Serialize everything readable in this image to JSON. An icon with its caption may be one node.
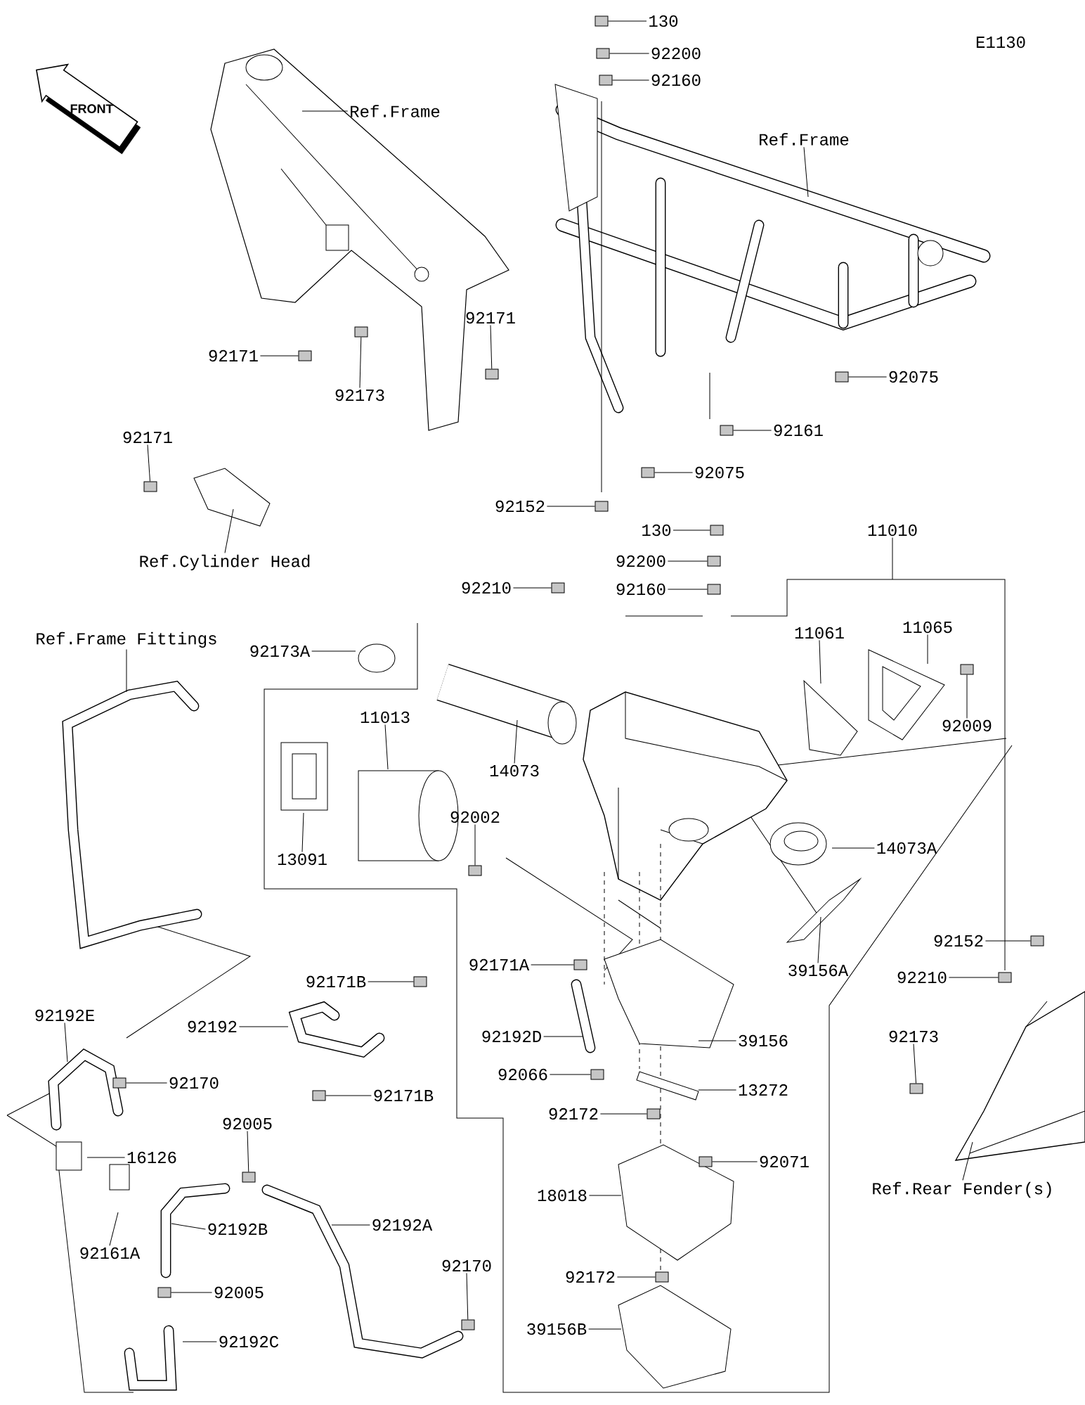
{
  "diagram": {
    "nodes": [
      {
        "text": [
          "Ref.Frame"
        ]
      },
      {
        "text": [
          "92171"
        ]
      },
      {
        "text": [
          "92173"
        ]
      },
      {
        "text": [
          "92171"
        ]
      },
      {
        "text": [
          "92171"
        ]
      },
      {
        "text": [
          "Ref.Cylinder Head"
        ]
      },
      {
        "text": [
          "130"
        ]
      },
      {
        "text": [
          "92200"
        ]
      },
      {
        "text": [
          "92160"
        ]
      },
      {
        "text": [
          "Ref.Frame"
        ]
      },
      {
        "text": [
          "92075"
        ]
      },
      {
        "text": [
          "92161"
        ]
      },
      {
        "text": [
          "92075"
        ]
      },
      {
        "text": [
          "92152"
        ]
      },
      {
        "text": [
          "130"
        ]
      },
      {
        "text": [
          "92200"
        ]
      },
      {
        "text": [
          "92160"
        ]
      },
      {
        "text": [
          "92210"
        ]
      },
      {
        "text": [
          "11010"
        ]
      },
      {
        "text": [
          "11065"
        ]
      },
      {
        "text": [
          "11061"
        ]
      },
      {
        "text": [
          "92009"
        ]
      },
      {
        "text": [
          "92173A"
        ]
      },
      {
        "text": [
          "11013"
        ]
      },
      {
        "text": [
          "14073"
        ]
      },
      {
        "text": [
          "92002"
        ]
      },
      {
        "text": [
          "13091"
        ]
      },
      {
        "text": [
          "14073A"
        ]
      },
      {
        "text": [
          "39156A"
        ]
      },
      {
        "text": [
          "92171A"
        ]
      },
      {
        "text": [
          "92171B"
        ]
      },
      {
        "text": [
          "92192"
        ]
      },
      {
        "text": [
          "92152"
        ]
      },
      {
        "text": [
          "92210"
        ]
      },
      {
        "text": [
          "92192D"
        ]
      },
      {
        "text": [
          "39156"
        ]
      },
      {
        "text": [
          "92173"
        ]
      },
      {
        "text": [
          "92066"
        ]
      },
      {
        "text": [
          "13272"
        ]
      },
      {
        "text": [
          "92170"
        ]
      },
      {
        "text": [
          "92192E"
        ]
      },
      {
        "text": [
          "16126"
        ]
      },
      {
        "text": [
          "92005"
        ]
      },
      {
        "text": [
          "92172"
        ]
      },
      {
        "text": [
          "92071"
        ]
      },
      {
        "text": [
          "Ref.Rear Fender(s)"
        ]
      },
      {
        "text": [
          "92161A"
        ]
      },
      {
        "text": [
          "92192B"
        ]
      },
      {
        "text": [
          "92192A"
        ]
      },
      {
        "text": [
          "18018"
        ]
      },
      {
        "text": [
          "92005"
        ]
      },
      {
        "text": [
          "92170"
        ]
      },
      {
        "text": [
          "92172"
        ]
      },
      {
        "text": [
          "92192C"
        ]
      },
      {
        "text": [
          "39156B"
        ]
      },
      {
        "text": [
          "92171B"
        ]
      },
      {
        "text": [
          "Ref.Frame Fittings"
        ]
      },
      {
        "text": [],
        "shape": "box"
      },
      {
        "text": [],
        "shape": "box"
      },
      {
        "text": [],
        "shape": "box"
      },
      {
        "text": [],
        "shape": "box"
      },
      {
        "text": [],
        "shape": "box"
      },
      {
        "text": [],
        "shape": "box"
      },
      {
        "text": [],
        "shape": "box"
      },
      {
        "text": [],
        "shape": "box"
      },
      {
        "text": [],
        "shape": "box"
      },
      {
        "text": [],
        "shape": "box"
      },
      {
        "text": [],
        "shape": "box"
      },
      {
        "text": [],
        "shape": "box"
      },
      {
        "text": [],
        "shape": "box"
      },
      {
        "text": [],
        "shape": "box"
      },
      {
        "text": [],
        "shape": "box"
      },
      {
        "text": [],
        "shape": "box"
      },
      {
        "text": [],
        "shape": "box"
      },
      {
        "text": [],
        "shape": "box"
      },
      {
        "text": [],
        "shape": "box"
      },
      {
        "text": [],
        "shape": "box"
      },
      {
        "text": [],
        "shape": "box"
      },
      {
        "text": [],
        "shape": "box"
      },
      {
        "text": [],
        "shape": "box"
      },
      {
        "text": [],
        "shape": "box"
      },
      {
        "text": [],
        "shape": "box"
      },
      {
        "text": [],
        "shape": "box"
      },
      {
        "text": [],
        "shape": "box"
      },
      {
        "text": [],
        "shape": "box"
      },
      {
        "text": [],
        "shape": "box"
      },
      {
        "text": [],
        "shape": "box"
      },
      {
        "text": [],
        "shape": "box"
      }
    ],
    "edges": [
      {
        "from": 0,
        "to": null,
        "arrow": "none"
      },
      {
        "from": 1,
        "to": 57,
        "arrow": "none"
      },
      {
        "from": 2,
        "to": 58,
        "arrow": "none"
      },
      {
        "from": 3,
        "to": 59,
        "arrow": "none"
      },
      {
        "from": 4,
        "to": 60,
        "arrow": "none"
      },
      {
        "from": 5,
        "to": null,
        "arrow": "none"
      },
      {
        "from": 6,
        "to": 61,
        "arrow": "none"
      },
      {
        "from": 7,
        "to": 62,
        "arrow": "none"
      },
      {
        "from": 8,
        "to": 63,
        "arrow": "none"
      },
      {
        "from": 9,
        "to": null,
        "arrow": "none"
      },
      {
        "from": 10,
        "to": 64,
        "arrow": "none"
      },
      {
        "from": 11,
        "to": 65,
        "arrow": "none"
      },
      {
        "from": 12,
        "to": 66,
        "arrow": "none"
      },
      {
        "from": 13,
        "to": 67,
        "arrow": "none"
      },
      {
        "from": 14,
        "to": 68,
        "arrow": "none"
      },
      {
        "from": 15,
        "to": 69,
        "arrow": "none"
      },
      {
        "from": 16,
        "to": 70,
        "arrow": "none"
      },
      {
        "from": 17,
        "to": 71,
        "arrow": "none"
      },
      {
        "from": 18,
        "to": null,
        "arrow": "none"
      },
      {
        "from": 19,
        "to": null,
        "arrow": "none"
      },
      {
        "from": 20,
        "to": null,
        "arrow": "none"
      },
      {
        "from": 21,
        "to": 72,
        "arrow": "none"
      },
      {
        "from": 22,
        "to": null,
        "arrow": "none"
      },
      {
        "from": 23,
        "to": null,
        "arrow": "none"
      },
      {
        "from": 24,
        "to": null,
        "arrow": "none"
      },
      {
        "from": 25,
        "to": 73,
        "arrow": "none"
      },
      {
        "from": 26,
        "to": null,
        "arrow": "none"
      },
      {
        "from": 27,
        "to": null,
        "arrow": "none"
      },
      {
        "from": 28,
        "to": null,
        "arrow": "none"
      },
      {
        "from": 29,
        "to": 74,
        "arrow": "none"
      },
      {
        "from": 30,
        "to": 75,
        "arrow": "none"
      },
      {
        "from": 31,
        "to": null,
        "arrow": "none"
      },
      {
        "from": 32,
        "to": 76,
        "arrow": "none"
      },
      {
        "from": 33,
        "to": 77,
        "arrow": "none"
      },
      {
        "from": 34,
        "to": null,
        "arrow": "none"
      },
      {
        "from": 35,
        "to": null,
        "arrow": "none"
      },
      {
        "from": 36,
        "to": 78,
        "arrow": "none"
      },
      {
        "from": 37,
        "to": 79,
        "arrow": "none"
      },
      {
        "from": 38,
        "to": null,
        "arrow": "none"
      },
      {
        "from": 39,
        "to": 80,
        "arrow": "none"
      },
      {
        "from": 40,
        "to": null,
        "arrow": "none"
      },
      {
        "from": 41,
        "to": null,
        "arrow": "none"
      },
      {
        "from": 42,
        "to": 81,
        "arrow": "none"
      },
      {
        "from": 43,
        "to": 82,
        "arrow": "none"
      },
      {
        "from": 44,
        "to": 83,
        "arrow": "none"
      },
      {
        "from": 45,
        "to": null,
        "arrow": "none"
      },
      {
        "from": 46,
        "to": null,
        "arrow": "none"
      },
      {
        "from": 47,
        "to": null,
        "arrow": "none"
      },
      {
        "from": 48,
        "to": null,
        "arrow": "none"
      },
      {
        "from": 49,
        "to": null,
        "arrow": "none"
      },
      {
        "from": 50,
        "to": 84,
        "arrow": "none"
      },
      {
        "from": 51,
        "to": 85,
        "arrow": "none"
      },
      {
        "from": 52,
        "to": 86,
        "arrow": "none"
      },
      {
        "from": 53,
        "to": null,
        "arrow": "none"
      },
      {
        "from": 54,
        "to": null,
        "arrow": "none"
      },
      {
        "from": 55,
        "to": 87,
        "arrow": "none"
      },
      {
        "from": 56,
        "to": null,
        "arrow": "none"
      }
    ],
    "labels": [
      "E1130",
      "FRONT"
    ]
  }
}
